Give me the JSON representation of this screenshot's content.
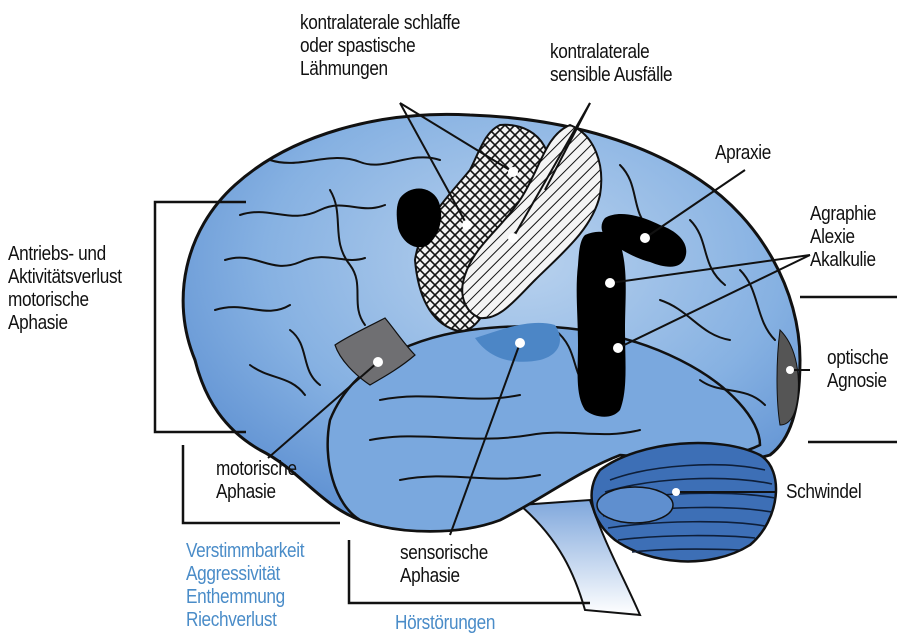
{
  "colors": {
    "brain_fill": "#6f9fd8",
    "brain_light": "#b7d0ee",
    "outline": "#111111",
    "motor_area": "#6f6f72",
    "sensory_area": "#4c86c6",
    "blue_text": "#4a8cc8"
  },
  "labels": {
    "motor_paralysis": [
      "kontralaterale schlaffe",
      "oder spastische",
      "Lähmungen"
    ],
    "sensory_loss": [
      "kontralaterale",
      "sensible Ausfälle"
    ],
    "apraxia": [
      "Apraxie"
    ],
    "agraphia": [
      "Agraphie",
      "Alexie",
      "Akalkulie"
    ],
    "frontal": [
      "Antriebs- und",
      "Aktivitätsverlust",
      "motorische",
      "Aphasie"
    ],
    "optical": [
      "optische",
      "Agnosie"
    ],
    "motor_aphasia": [
      "motorische",
      "Aphasie"
    ],
    "dizziness": [
      "Schwindel"
    ],
    "sensory_aphasia": [
      "sensorische",
      "Aphasie"
    ],
    "limbic": [
      "Verstimmbarkeit",
      "Aggressivität",
      "Enthemmung",
      "Riechverlust"
    ],
    "hearing": [
      "Hörstörungen"
    ]
  }
}
